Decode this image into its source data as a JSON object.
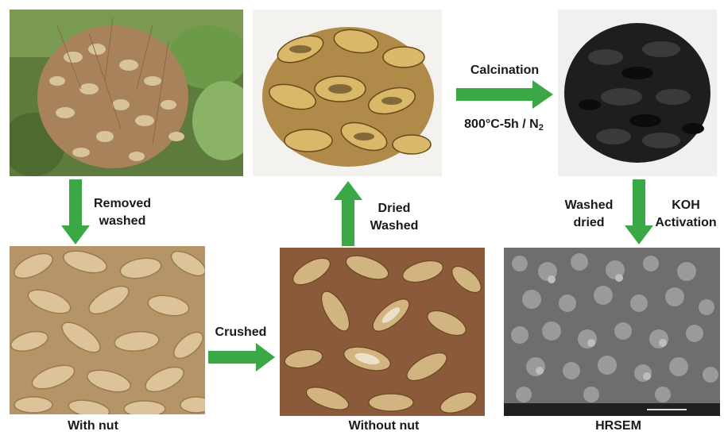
{
  "colors": {
    "arrow": "#3aa845",
    "text": "#1a1a1a"
  },
  "steps": {
    "removed_washed": [
      "Removed",
      "washed"
    ],
    "crushed": "Crushed",
    "dried_washed": [
      "Dried",
      "Washed"
    ],
    "calcination": "Calcination",
    "calcination_condition": "800°C-5h / N",
    "calcination_condition_sub": "2",
    "washed_dried": [
      "Washed",
      "dried"
    ],
    "koh_activation": [
      "KOH",
      "Activation"
    ]
  },
  "captions": {
    "with_nut": "With nut",
    "without_nut": "Without nut",
    "hrsem": "HRSEM"
  },
  "photos": {
    "plant": "peanut-plant-photo",
    "shells": "dried-shells-photo",
    "carbon": "activated-carbon-photo",
    "with_nut": "peanuts-with-nut-photo",
    "without_nut": "crushed-shells-photo",
    "sem": "hrsem-micrograph"
  }
}
